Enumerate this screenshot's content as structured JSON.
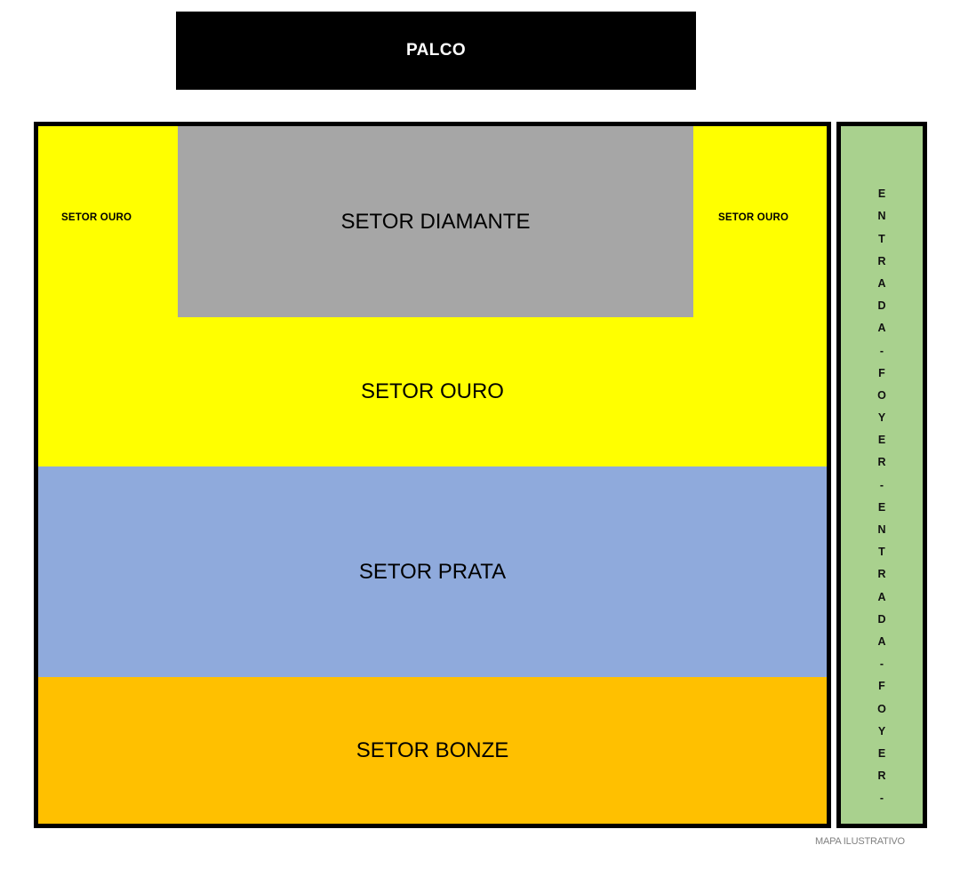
{
  "map": {
    "footer_note": "MAPA ILUSTRATIVO",
    "colors": {
      "stage": "#000000",
      "ouro": "#FFFF00",
      "diamante": "#A6A6A6",
      "prata": "#8FAADC",
      "bonze": "#FFC000",
      "foyer": "#A9D18E",
      "border": "#000000",
      "footer_text": "#808080"
    }
  },
  "stage": {
    "label": "PALCO"
  },
  "sectors": {
    "diamante": {
      "label": "SETOR DIAMANTE"
    },
    "ouro_main": {
      "label": "SETOR OURO"
    },
    "ouro_left": {
      "label": "SETOR OURO"
    },
    "ouro_right": {
      "label": "SETOR OURO"
    },
    "prata": {
      "label": "SETOR PRATA"
    },
    "bonze": {
      "label": "SETOR BONZE"
    }
  },
  "foyer": {
    "text": "ENTRADA - FOYER - ENTRADA - FOYER -",
    "letters": [
      "E",
      "N",
      "T",
      "R",
      "A",
      "D",
      "A",
      "-",
      "F",
      "O",
      "Y",
      "E",
      "R",
      "-",
      "E",
      "N",
      "T",
      "R",
      "A",
      "D",
      "A",
      "-",
      "F",
      "O",
      "Y",
      "E",
      "R",
      "-"
    ]
  }
}
